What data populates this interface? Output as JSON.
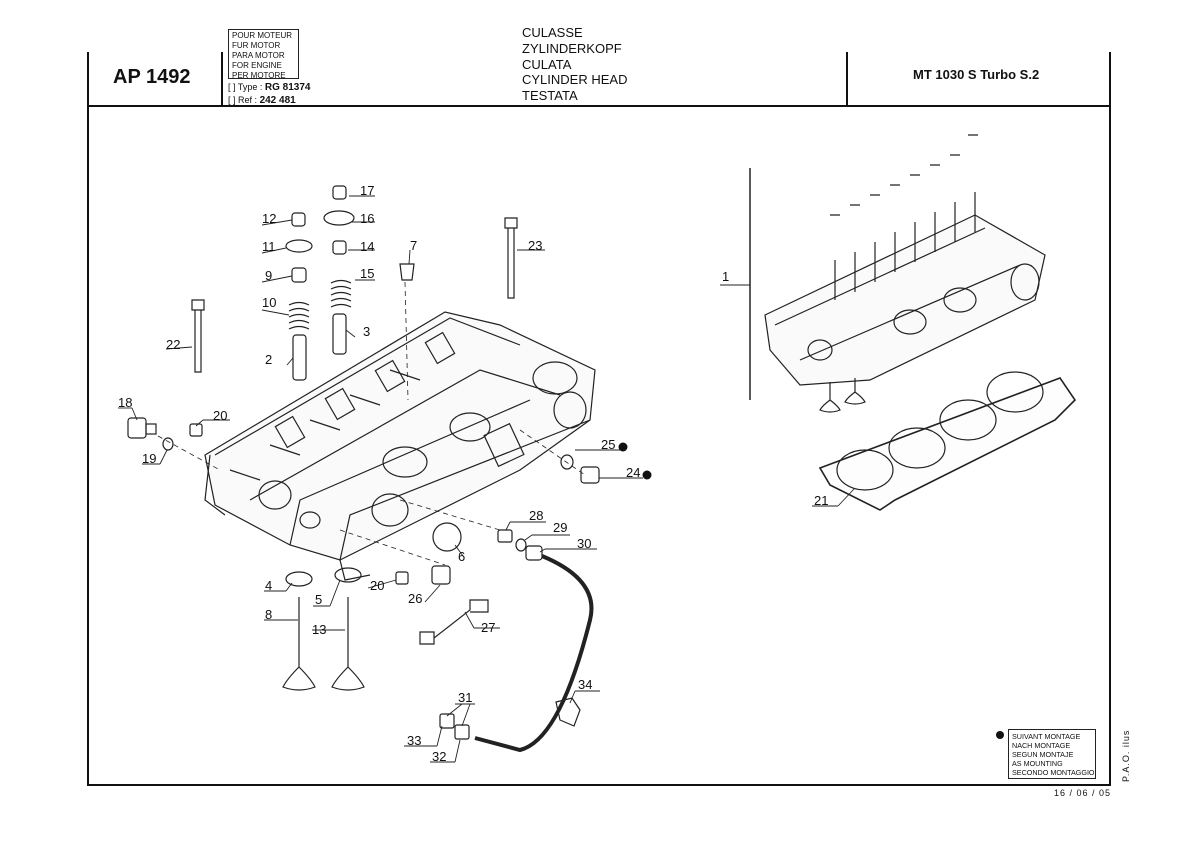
{
  "header": {
    "catalog_code": "AP 1492",
    "engine_box_lines": [
      "POUR MOTEUR",
      "FUR MOTOR",
      "PARA MOTOR",
      "FOR ENGINE",
      "PER MOTORE"
    ],
    "type_label": "Type :",
    "type_value": "RG 81374",
    "ref_label": "Ref :",
    "ref_value": "242 481",
    "titles": [
      "CULASSE",
      "ZYLINDERKOPF",
      "CULATA",
      "CYLINDER HEAD",
      "TESTATA"
    ],
    "model": "MT 1030 S Turbo S.2"
  },
  "callouts": {
    "c1": "1",
    "c2": "2",
    "c3": "3",
    "c4": "4",
    "c5": "5",
    "c6": "6",
    "c7": "7",
    "c8": "8",
    "c9": "9",
    "c10": "10",
    "c11": "11",
    "c12": "12",
    "c13": "13",
    "c14": "14",
    "c15": "15",
    "c16": "16",
    "c17": "17",
    "c18": "18",
    "c19": "19",
    "c20a": "20",
    "c20b": "20",
    "c21": "21",
    "c22": "22",
    "c23": "23",
    "c24": "24",
    "c25": "25",
    "c26": "26",
    "c27": "27",
    "c28": "28",
    "c29": "29",
    "c30": "30",
    "c31": "31",
    "c32": "32",
    "c33": "33",
    "c34": "34"
  },
  "legend": {
    "lines": [
      "SUIVANT MONTAGE",
      "NACH MONTAGE",
      "SEGUN MONTAJE",
      "AS MOUNTING",
      "SECONDO MONTAGGIO"
    ]
  },
  "footer": {
    "credit": "P.A.O. ilus",
    "date": "16 / 06 / 05"
  }
}
